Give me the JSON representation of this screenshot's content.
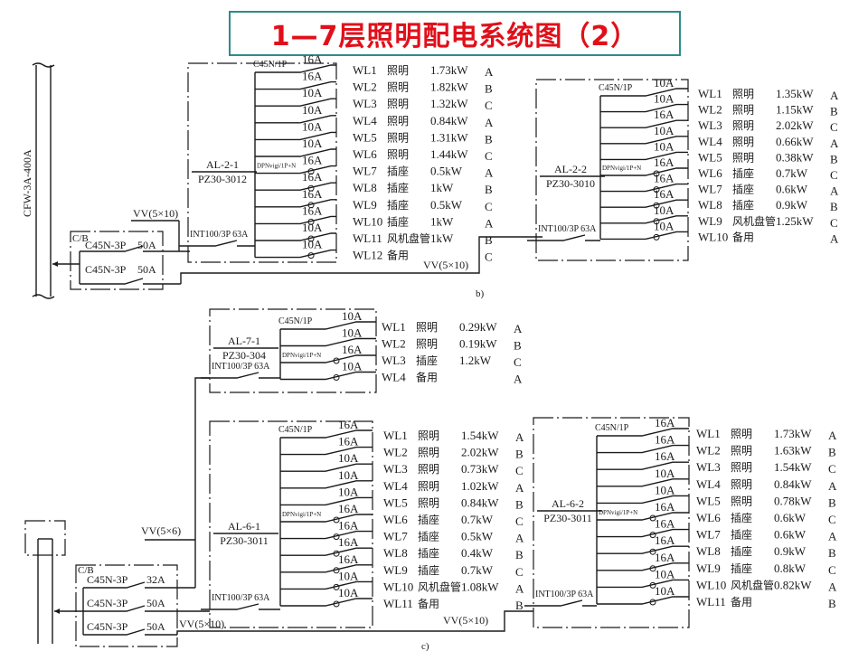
{
  "title": "1—7层照明配电系统图（2）",
  "colors": {
    "title_text": "#e0101a",
    "title_border": "#2e8b8b",
    "line": "#1a1a1a"
  },
  "diagram_b": {
    "label": "b)",
    "riser": {
      "label": "CFW-3A-400A"
    },
    "cb": {
      "label": "C/B",
      "breakers": [
        {
          "model": "C45N-3P",
          "rating": "50A"
        },
        {
          "model": "C45N-3P",
          "rating": "50A"
        }
      ]
    },
    "feeders": [
      {
        "cable": "VV(5×10)"
      },
      {
        "cable": "VV(5×10)"
      }
    ],
    "panels": [
      {
        "id": "AL-2-1",
        "model": "PZ30-3012",
        "main": "INT100/3P 63A",
        "branch_header": "C45N/1P",
        "rcd_header": "DPNvigi/1P+N",
        "circuits": [
          {
            "wl": "WL1",
            "use": "照明",
            "load": "1.73kW",
            "phase": "A",
            "rating": "16A"
          },
          {
            "wl": "WL2",
            "use": "照明",
            "load": "1.82kW",
            "phase": "B",
            "rating": "16A"
          },
          {
            "wl": "WL3",
            "use": "照明",
            "load": "1.32kW",
            "phase": "C",
            "rating": "10A"
          },
          {
            "wl": "WL4",
            "use": "照明",
            "load": "0.84kW",
            "phase": "A",
            "rating": "10A"
          },
          {
            "wl": "WL5",
            "use": "照明",
            "load": "1.31kW",
            "phase": "B",
            "rating": "10A"
          },
          {
            "wl": "WL6",
            "use": "照明",
            "load": "1.44kW",
            "phase": "C",
            "rating": "10A"
          },
          {
            "wl": "WL7",
            "use": "插座",
            "load": "0.5kW",
            "phase": "A",
            "rating": "16A"
          },
          {
            "wl": "WL8",
            "use": "插座",
            "load": "1kW",
            "phase": "B",
            "rating": "16A"
          },
          {
            "wl": "WL9",
            "use": "插座",
            "load": "0.5kW",
            "phase": "C",
            "rating": "16A"
          },
          {
            "wl": "WL10",
            "use": "插座",
            "load": "1kW",
            "phase": "A",
            "rating": "16A"
          },
          {
            "wl": "WL11",
            "use": "风机盘管",
            "load": "1kW",
            "phase": "B",
            "rating": "10A"
          },
          {
            "wl": "WL12",
            "use": "备用",
            "load": "",
            "phase": "C",
            "rating": "10A"
          }
        ]
      },
      {
        "id": "AL-2-2",
        "model": "PZ30-3010",
        "main": "INT100/3P 63A",
        "branch_header": "C45N/1P",
        "rcd_header": "DPNvigi/1P+N",
        "circuits": [
          {
            "wl": "WL1",
            "use": "照明",
            "load": "1.35kW",
            "phase": "A",
            "rating": "10A"
          },
          {
            "wl": "WL2",
            "use": "照明",
            "load": "1.15kW",
            "phase": "B",
            "rating": "10A"
          },
          {
            "wl": "WL3",
            "use": "照明",
            "load": "2.02kW",
            "phase": "C",
            "rating": "16A"
          },
          {
            "wl": "WL4",
            "use": "照明",
            "load": "0.66kW",
            "phase": "A",
            "rating": "10A"
          },
          {
            "wl": "WL5",
            "use": "照明",
            "load": "0.38kW",
            "phase": "B",
            "rating": "10A"
          },
          {
            "wl": "WL6",
            "use": "插座",
            "load": "0.7kW",
            "phase": "C",
            "rating": "16A"
          },
          {
            "wl": "WL7",
            "use": "插座",
            "load": "0.6kW",
            "phase": "A",
            "rating": "16A"
          },
          {
            "wl": "WL8",
            "use": "插座",
            "load": "0.9kW",
            "phase": "B",
            "rating": "16A"
          },
          {
            "wl": "WL9",
            "use": "风机盘管",
            "load": "1.25kW",
            "phase": "C",
            "rating": "10A"
          },
          {
            "wl": "WL10",
            "use": "备用",
            "load": "",
            "phase": "A",
            "rating": "10A"
          }
        ]
      }
    ]
  },
  "diagram_c": {
    "label": "c)",
    "cb": {
      "label": "C/B",
      "breakers": [
        {
          "model": "C45N-3P",
          "rating": "32A"
        },
        {
          "model": "C45N-3P",
          "rating": "50A"
        },
        {
          "model": "C45N-3P",
          "rating": "50A"
        }
      ]
    },
    "feeders": [
      {
        "cable": "VV(5×6)"
      },
      {
        "cable": "VV(5×10)"
      },
      {
        "cable": "VV(5×10)"
      }
    ],
    "panels": [
      {
        "id": "AL-7-1",
        "model": "PZ30-304",
        "main": "INT100/3P 63A",
        "branch_header": "C45N/1P",
        "rcd_header": "DPNvigi/1P+N",
        "circuits": [
          {
            "wl": "WL1",
            "use": "照明",
            "load": "0.29kW",
            "phase": "A",
            "rating": "10A"
          },
          {
            "wl": "WL2",
            "use": "照明",
            "load": "0.19kW",
            "phase": "B",
            "rating": "10A"
          },
          {
            "wl": "WL3",
            "use": "插座",
            "load": "1.2kW",
            "phase": "C",
            "rating": "16A"
          },
          {
            "wl": "WL4",
            "use": "备用",
            "load": "",
            "phase": "A",
            "rating": "10A"
          }
        ]
      },
      {
        "id": "AL-6-1",
        "model": "PZ30-3011",
        "main": "INT100/3P 63A",
        "branch_header": "C45N/1P",
        "rcd_header": "DPNvigi/1P+N",
        "circuits": [
          {
            "wl": "WL1",
            "use": "照明",
            "load": "1.54kW",
            "phase": "A",
            "rating": "16A"
          },
          {
            "wl": "WL2",
            "use": "照明",
            "load": "2.02kW",
            "phase": "B",
            "rating": "16A"
          },
          {
            "wl": "WL3",
            "use": "照明",
            "load": "0.73kW",
            "phase": "C",
            "rating": "10A"
          },
          {
            "wl": "WL4",
            "use": "照明",
            "load": "1.02kW",
            "phase": "A",
            "rating": "10A"
          },
          {
            "wl": "WL5",
            "use": "照明",
            "load": "0.84kW",
            "phase": "B",
            "rating": "10A"
          },
          {
            "wl": "WL6",
            "use": "插座",
            "load": "0.7kW",
            "phase": "C",
            "rating": "16A"
          },
          {
            "wl": "WL7",
            "use": "插座",
            "load": "0.5kW",
            "phase": "A",
            "rating": "16A"
          },
          {
            "wl": "WL8",
            "use": "插座",
            "load": "0.4kW",
            "phase": "B",
            "rating": "16A"
          },
          {
            "wl": "WL9",
            "use": "插座",
            "load": "0.7kW",
            "phase": "C",
            "rating": "16A"
          },
          {
            "wl": "WL10",
            "use": "风机盘管",
            "load": "1.08kW",
            "phase": "A",
            "rating": "10A"
          },
          {
            "wl": "WL11",
            "use": "备用",
            "load": "",
            "phase": "B",
            "rating": "10A"
          }
        ]
      },
      {
        "id": "AL-6-2",
        "model": "PZ30-3011",
        "main": "INT100/3P 63A",
        "branch_header": "C45N/1P",
        "rcd_header": "DPNvigi/1P+N",
        "circuits": [
          {
            "wl": "WL1",
            "use": "照明",
            "load": "1.73kW",
            "phase": "A",
            "rating": "16A"
          },
          {
            "wl": "WL2",
            "use": "照明",
            "load": "1.63kW",
            "phase": "B",
            "rating": "16A"
          },
          {
            "wl": "WL3",
            "use": "照明",
            "load": "1.54kW",
            "phase": "C",
            "rating": "16A"
          },
          {
            "wl": "WL4",
            "use": "照明",
            "load": "0.84kW",
            "phase": "A",
            "rating": "10A"
          },
          {
            "wl": "WL5",
            "use": "照明",
            "load": "0.78kW",
            "phase": "B",
            "rating": "10A"
          },
          {
            "wl": "WL6",
            "use": "插座",
            "load": "0.6kW",
            "phase": "C",
            "rating": "16A"
          },
          {
            "wl": "WL7",
            "use": "插座",
            "load": "0.6kW",
            "phase": "A",
            "rating": "16A"
          },
          {
            "wl": "WL8",
            "use": "插座",
            "load": "0.9kW",
            "phase": "B",
            "rating": "16A"
          },
          {
            "wl": "WL9",
            "use": "插座",
            "load": "0.8kW",
            "phase": "C",
            "rating": "16A"
          },
          {
            "wl": "WL10",
            "use": "风机盘管",
            "load": "0.82kW",
            "phase": "A",
            "rating": "10A"
          },
          {
            "wl": "WL11",
            "use": "备用",
            "load": "",
            "phase": "B",
            "rating": "10A"
          }
        ]
      }
    ]
  }
}
